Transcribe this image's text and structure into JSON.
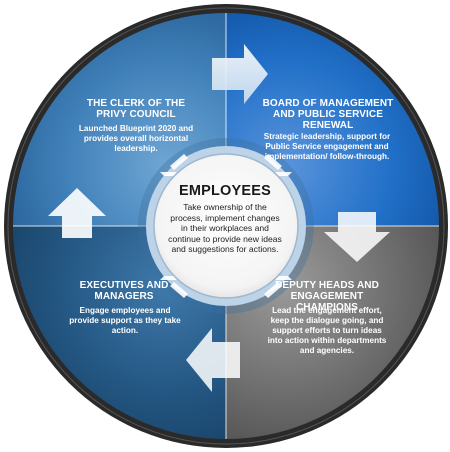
{
  "center": {
    "title": "EMPLOYEES",
    "body": "Take ownership of the process, implement changes in their workplaces and continue to provide new ideas and suggestions for actions."
  },
  "quadrants": {
    "top_left": {
      "title": "THE CLERK OF THE PRIVY COUNCIL",
      "body": "Launched Blueprint 2020 and provides overall horizontal leadership."
    },
    "top_right": {
      "title": "BOARD OF MANAGEMENT AND PUBLIC SERVICE RENEWAL",
      "body": "Strategic leadership, support for Public Service engagement and implementation/ follow-through."
    },
    "bottom_right": {
      "title": "DEPUTY HEADS AND ENGAGEMENT CHAMPIONS",
      "body": "Lead the engagement effort, keep the dialogue going, and support efforts to turn ideas into action within departments and agencies."
    },
    "bottom_left": {
      "title": "EXECUTIVES AND MANAGERS",
      "body": "Engage employees and provide support as they take action."
    }
  },
  "colors": {
    "top_left": "#2f6fa8",
    "top_right": "#1b62b8",
    "bottom_right": "#6d6d6d",
    "bottom_left": "#1d4f7d",
    "ring": "#2a2a2a",
    "center_fill": "#ffffff"
  }
}
